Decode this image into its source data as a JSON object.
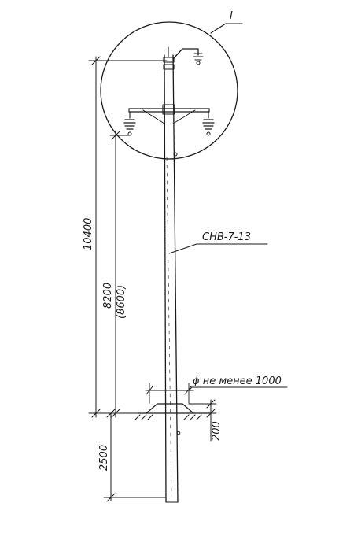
{
  "detail": {
    "marker": "I"
  },
  "pole": {
    "label": "СНВ-7-13"
  },
  "foundation": {
    "label": "ϕ не менее 1000"
  },
  "dimensions": {
    "total_height": "10400",
    "lower_height": "8200",
    "lower_height_alt": "(8600)",
    "burial_depth": "2500",
    "mound_height": "200"
  },
  "colors": {
    "line": "#1a1a1a",
    "background": "#ffffff"
  }
}
